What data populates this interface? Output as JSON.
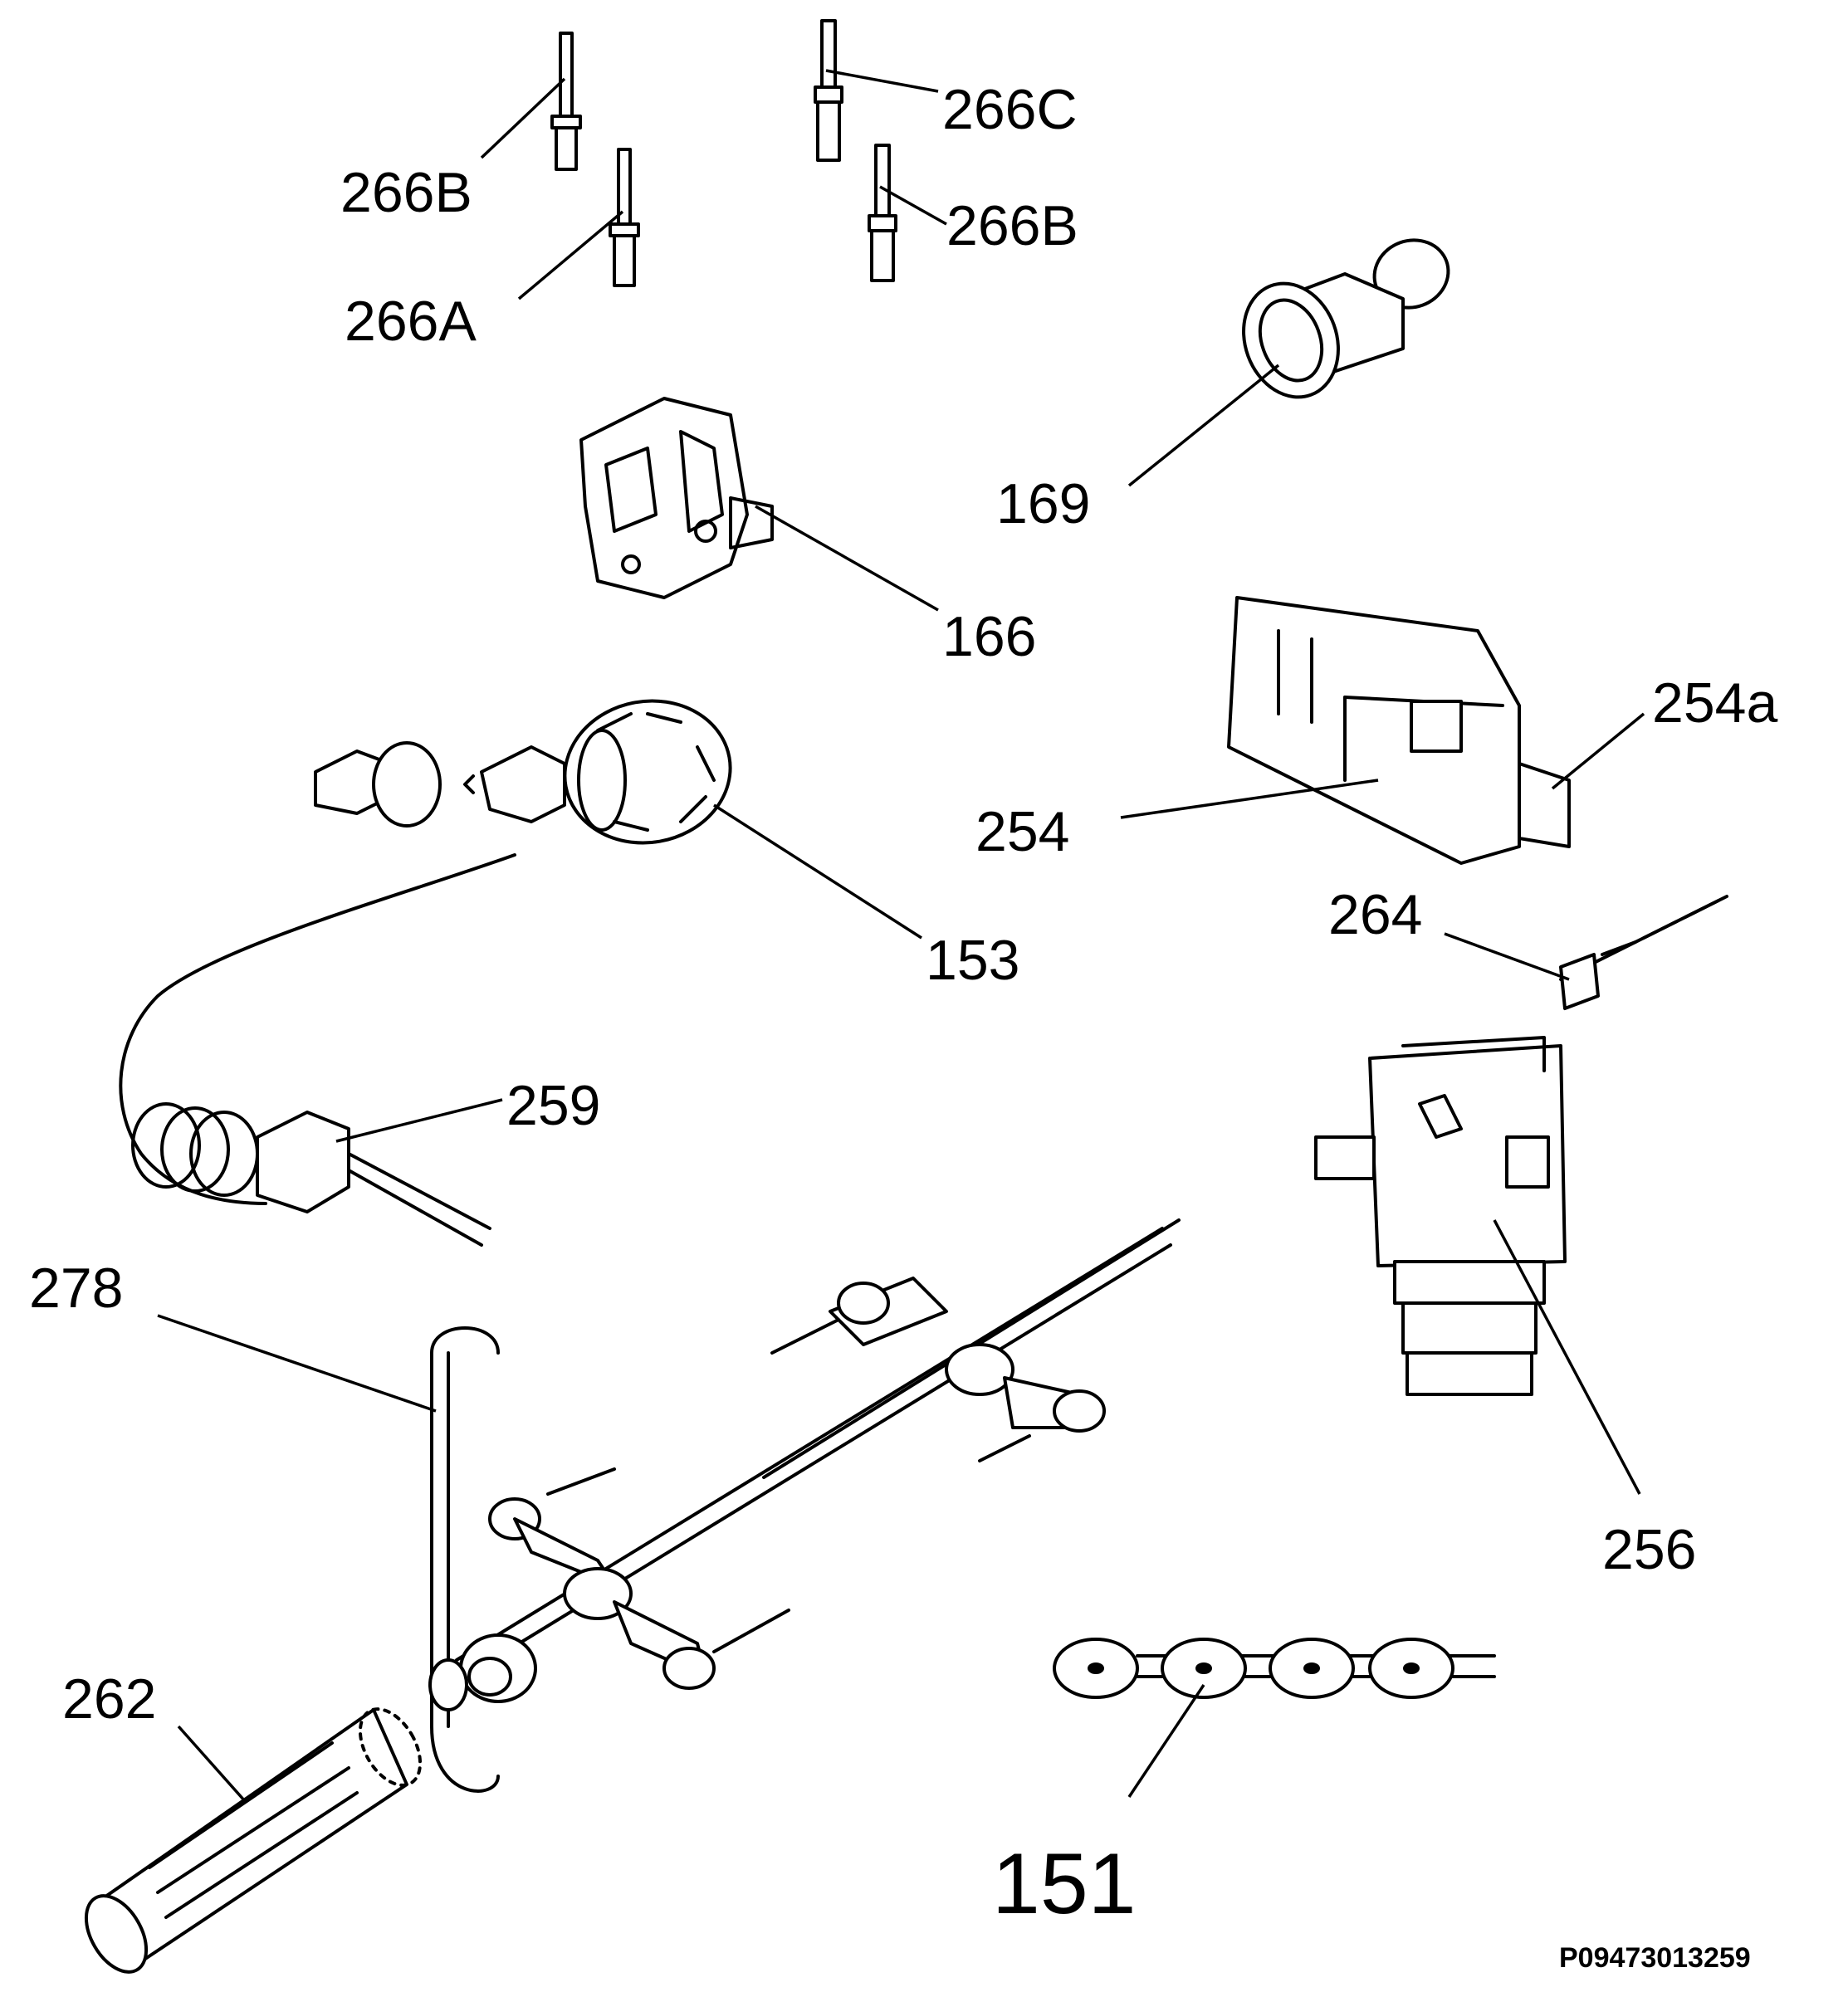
{
  "callouts": {
    "c266b_left": "266B",
    "c266a": "266A",
    "c266c": "266C",
    "c266b_right": "266B",
    "c169": "169",
    "c166": "166",
    "c254a": "254a",
    "c254": "254",
    "c153": "153",
    "c264": "264",
    "c259": "259",
    "c278": "278",
    "c256": "256",
    "c262": "262",
    "c151": "151"
  },
  "document_id": "P09473013259"
}
